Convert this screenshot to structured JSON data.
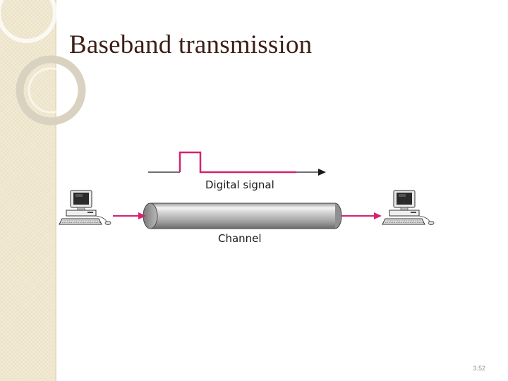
{
  "slide": {
    "title": "Baseband transmission",
    "page_number": "3.52"
  },
  "diagram": {
    "signal_label": "Digital signal",
    "channel_label": "Channel"
  },
  "colors": {
    "signal_pink": "#d6226f",
    "title_brown": "#3d1f14",
    "band_beige": "#f2ead3"
  },
  "icons": {
    "sender": "computer-icon",
    "receiver": "computer-icon",
    "channel": "cylinder-cable-icon"
  }
}
